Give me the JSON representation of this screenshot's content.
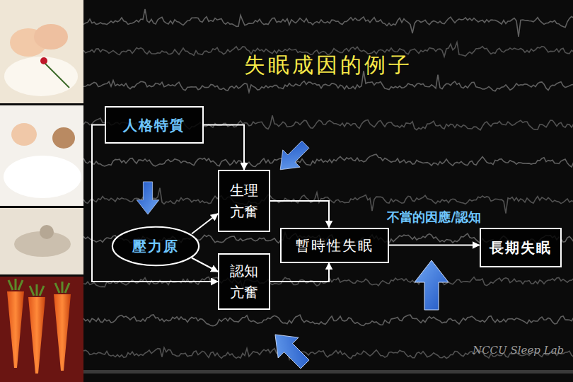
{
  "diagram": {
    "title": "失眠成因的例子",
    "nodes": [
      {
        "text": [
          "人格特質"
        ]
      },
      {
        "text": [
          "生理 亢奮"
        ]
      },
      {
        "text": [
          "壓力原"
        ]
      },
      {
        "text": [
          "暫時性失眠"
        ]
      },
      {
        "text": [
          "長期失眠"
        ]
      },
      {
        "text": [
          "認知 亢奮"
        ]
      }
    ],
    "edges": [
      {
        "from": 0,
        "to": 1,
        "arrow": "to"
      },
      {
        "from": 0,
        "to": 5,
        "arrow": "to"
      },
      {
        "from": 2,
        "to": 1,
        "arrow": "to"
      },
      {
        "from": 2,
        "to": 5,
        "arrow": "to"
      },
      {
        "from": 1,
        "to": 3,
        "arrow": "to"
      },
      {
        "from": 5,
        "to": 3,
        "arrow": "to"
      },
      {
        "from": 3,
        "to": 4,
        "arrow": "to",
        "label": "不當的因應/認知"
      }
    ],
    "labels": [
      "NCCU Sleep Lab"
    ]
  }
}
